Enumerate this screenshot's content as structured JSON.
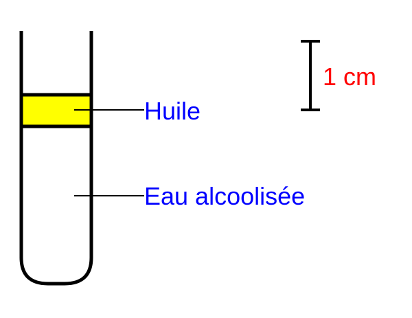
{
  "diagram": {
    "labels": {
      "oil": "Huile",
      "water": "Eau alcoolisée",
      "scale": "1 cm"
    },
    "colors": {
      "outline": "#000000",
      "oil_layer": "#ffff00",
      "label_text": "#0000ff",
      "scale_text": "#ff0000"
    }
  }
}
